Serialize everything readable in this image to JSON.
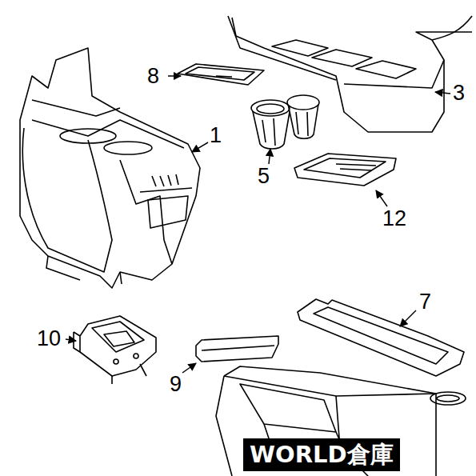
{
  "diagram": {
    "nodes": [
      {
        "text": [
          "WORLD倉庫"
        ]
      }
    ],
    "labels": [
      "8",
      "1",
      "3",
      "5",
      "12",
      "10",
      "9",
      "7"
    ]
  }
}
